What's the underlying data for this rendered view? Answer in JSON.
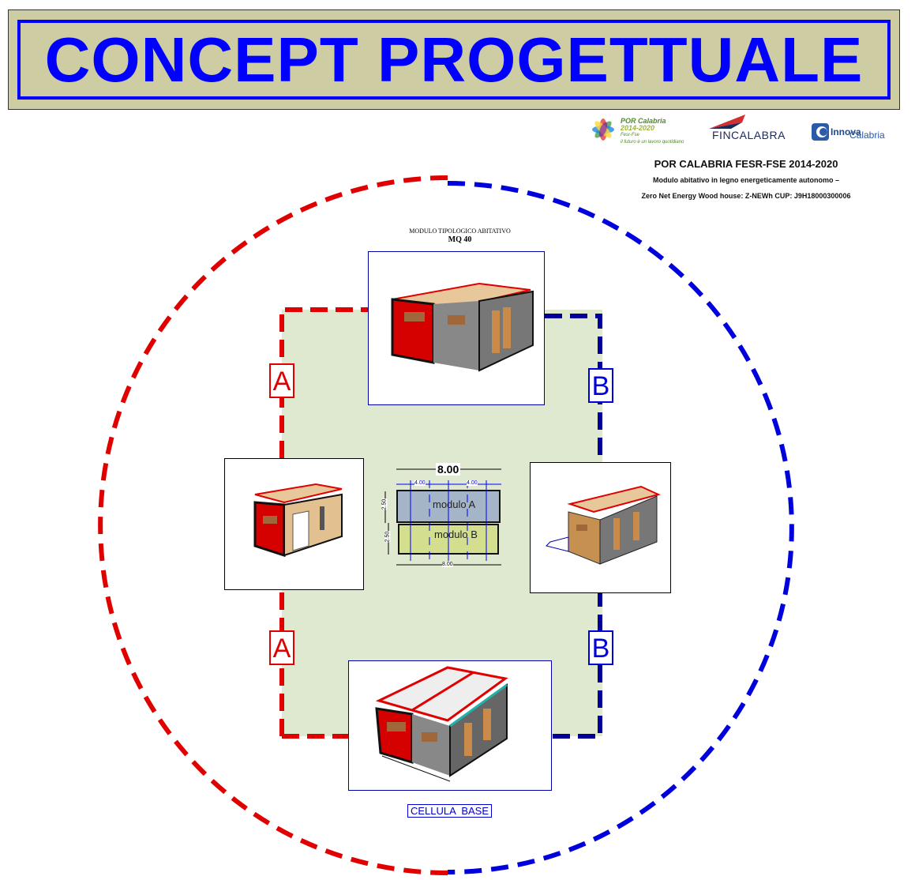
{
  "banner": {
    "title": "CONCEPT PROGETTUALE"
  },
  "logos": {
    "por": {
      "name": "POR Calabria",
      "years": "2014-2020",
      "fund": "Fesr-Fse",
      "tagline": "il futuro è un lavoro quotidiano"
    },
    "fincalabra": "FINCALABRA",
    "calabria_innova": {
      "part1": "Calabria",
      "part2": "Innova"
    }
  },
  "header": {
    "program": "POR CALABRIA FESR-FSE 2014-2020",
    "line1": "Modulo abitativo in legno energeticamente autonomo –",
    "line2": "Zero Net Energy Wood house: Z-NEWh CUP: J9H18000300006"
  },
  "module": {
    "title": "MODULO TIPOLOGICO ABITATIVO",
    "area": "MQ 40"
  },
  "plan": {
    "total_width": "8.00",
    "half_left": "4.00",
    "half_right": "4.00",
    "depth_a": "2.50",
    "depth_b": "2.50",
    "bottom_width": "8.00",
    "module_a": "modulo A",
    "module_b": "modulo B"
  },
  "labels": {
    "a": "A",
    "b": "B"
  },
  "caption": "CELLULA  BASE",
  "colors": {
    "red": "#e00000",
    "blue": "#0000dd",
    "green_area": "#dfe9cf",
    "banner": "#cdcca2"
  }
}
